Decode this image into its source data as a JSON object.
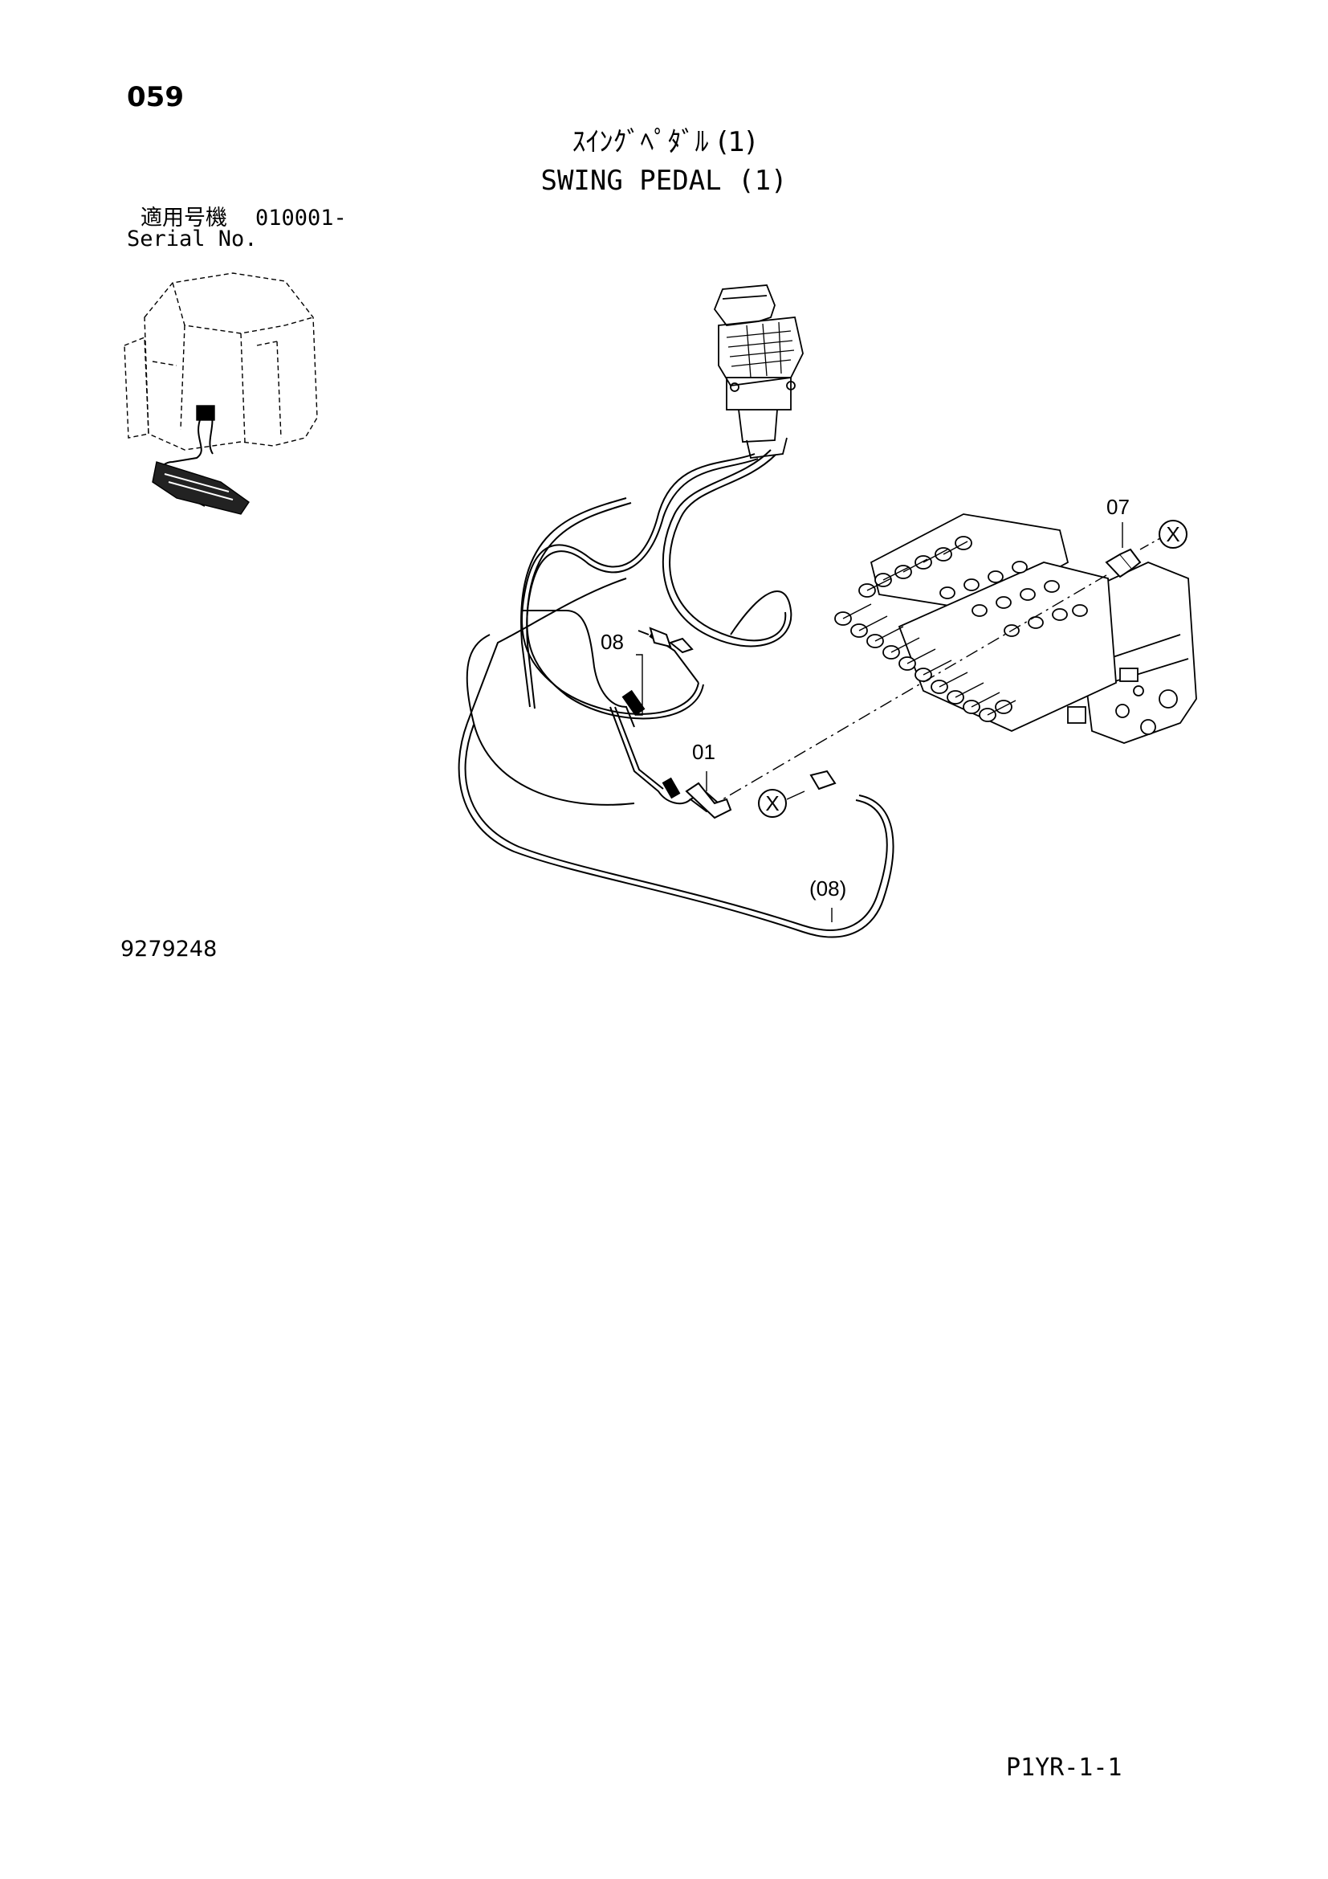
{
  "page_number": "059",
  "title_jp": "ｽｲﾝｸﾞﾍﾟﾀﾞﾙ (1)",
  "title_en": "SWING PEDAL (1)",
  "serial": {
    "label_jp": "適用号機",
    "range": "010001-",
    "label_en": "Serial No."
  },
  "callouts": {
    "c07": "07",
    "c08": "08",
    "c01": "01",
    "c08_paren": "(08)",
    "cx": "X"
  },
  "drawing_number": "9279248",
  "page_code": "P1YR-1-1"
}
